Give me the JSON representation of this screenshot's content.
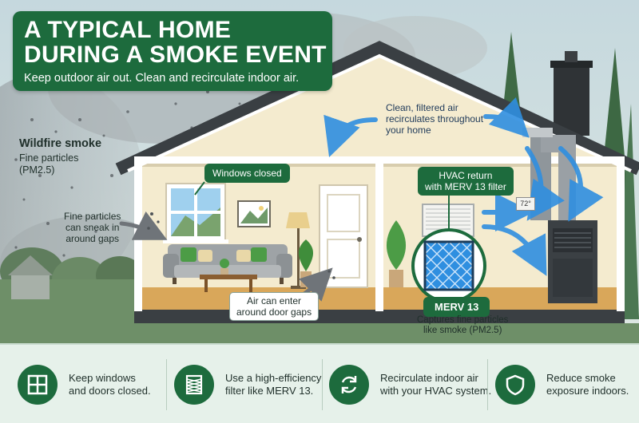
{
  "title": {
    "line1": "A TYPICAL HOME",
    "line2": "DURING A SMOKE EVENT",
    "subtitle": "Keep outdoor air out. Clean and recirculate indoor air."
  },
  "smoke": {
    "title": "Wildfire smoke",
    "sub1": "Fine particles",
    "sub2": "(PM2.5)"
  },
  "sneak": {
    "line1": "Fine particles",
    "line2": "can sneak in",
    "line3": "around gaps"
  },
  "clean_air": {
    "line1": "Clean, filtered air",
    "line2": "recirculates throughout",
    "line3": "your home"
  },
  "windows_tag": "Windows closed",
  "hvac_tag": {
    "line1": "HVAC return",
    "line2": "with MERV 13 filter"
  },
  "thermostat": "72°",
  "door": {
    "line1": "Air can enter",
    "line2": "around door gaps"
  },
  "merv": {
    "tag": "MERV 13",
    "line1": "Captures fine particles",
    "line2": "like smoke (PM2.5)"
  },
  "tips": [
    {
      "icon": "window-icon",
      "line1": "Keep windows",
      "line2": "and doors closed."
    },
    {
      "icon": "filter-icon",
      "line1": "Use a high-efficiency",
      "line2": "filter like MERV 13."
    },
    {
      "icon": "recirculate-icon",
      "line1": "Recirculate indoor air",
      "line2": "with your HVAC system."
    },
    {
      "icon": "shield-icon",
      "line1": "Reduce smoke",
      "line2": "exposure indoors."
    }
  ],
  "colors": {
    "brand_green": "#1d6b3d",
    "air_blue": "#2f8fe0",
    "wall": "#f4ebcf",
    "floor": "#d9a75a"
  }
}
